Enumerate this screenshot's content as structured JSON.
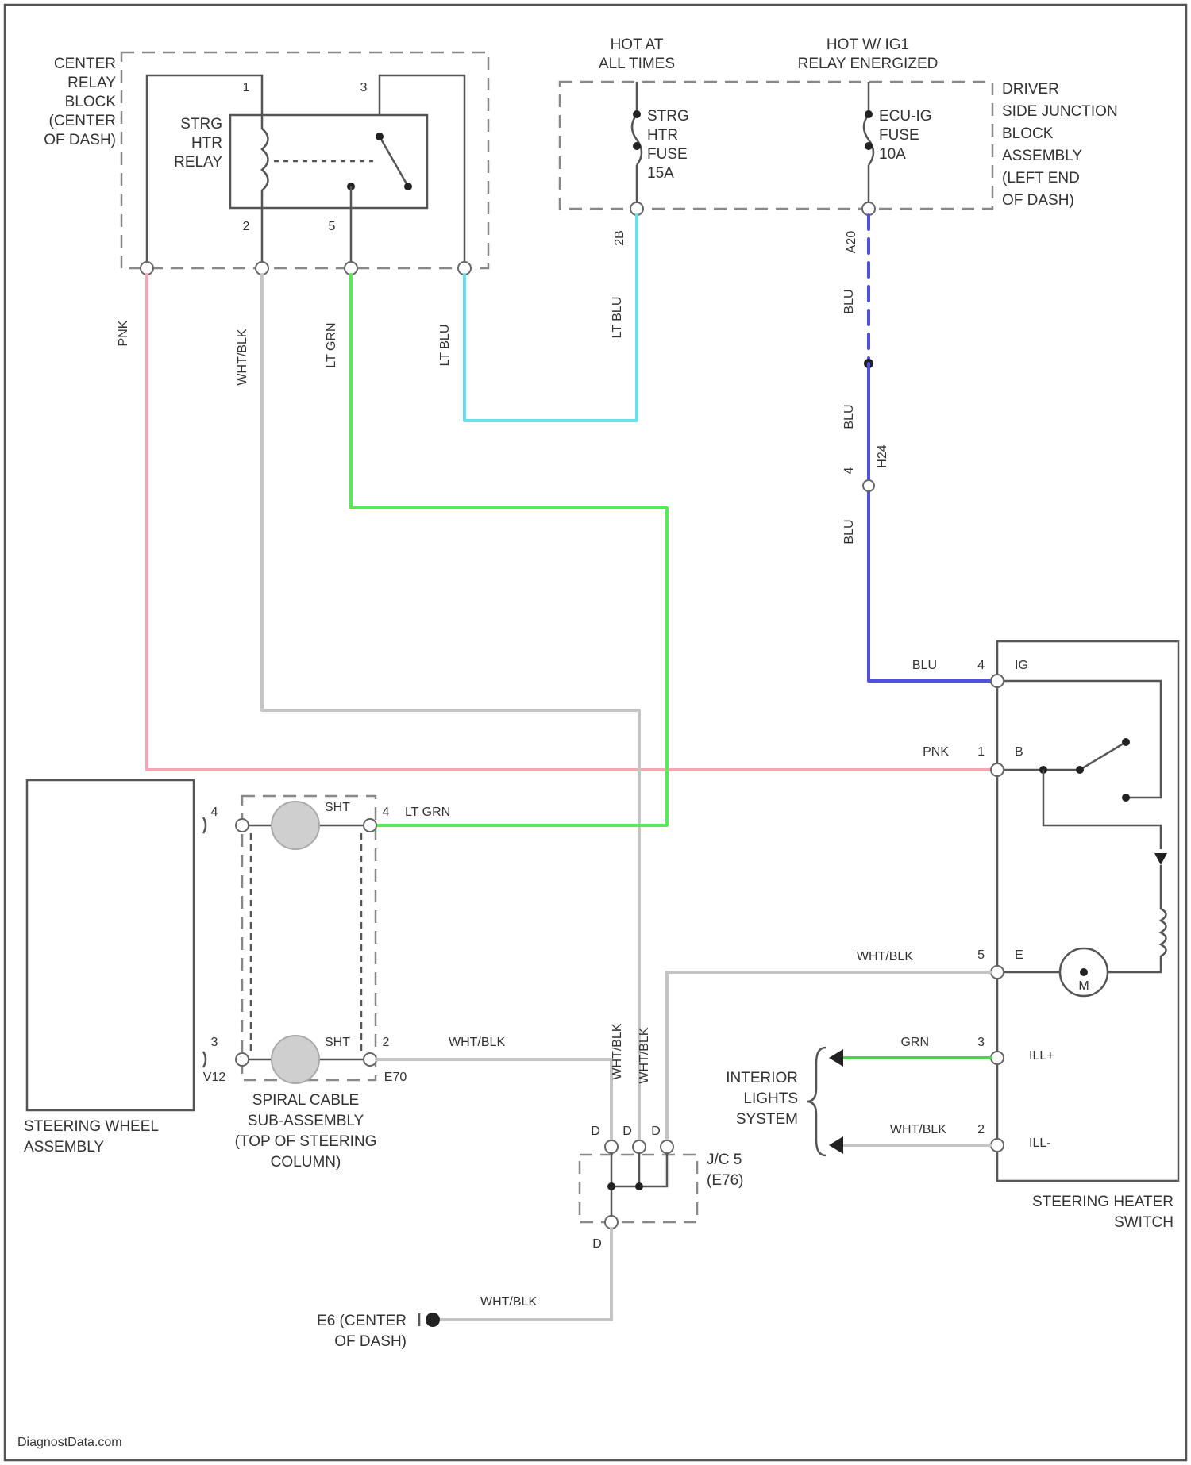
{
  "relay_block": {
    "name": [
      "CENTER",
      "RELAY",
      "BLOCK",
      "(CENTER",
      "OF DASH)"
    ],
    "relay_label": [
      "STRG",
      "HTR",
      "RELAY"
    ],
    "pins": {
      "p1": "1",
      "p2": "2",
      "p3": "3",
      "p5": "5"
    }
  },
  "power": {
    "hot_always": [
      "HOT AT",
      "ALL TIMES"
    ],
    "hot_ig1": [
      "HOT W/ IG1",
      "RELAY ENERGIZED"
    ]
  },
  "junction_block": {
    "name": [
      "DRIVER",
      "SIDE JUNCTION",
      "BLOCK",
      "ASSEMBLY",
      "(LEFT END",
      "OF DASH)"
    ],
    "fuse1": [
      "STRG",
      "HTR",
      "FUSE",
      "15A"
    ],
    "fuse2": [
      "ECU-IG",
      "FUSE",
      "10A"
    ],
    "pin_a": "2B",
    "pin_b": "A20"
  },
  "wires": {
    "pnk": "PNK",
    "wht_blk": "WHT/BLK",
    "lt_grn": "LT GRN",
    "lt_blu": "LT BLU",
    "blu": "BLU",
    "grn": "GRN"
  },
  "inline_connector": {
    "pin": "4",
    "id": "H24"
  },
  "heater_switch": {
    "name": [
      "STEERING HEATER",
      "SWITCH"
    ],
    "pin_ig": {
      "num": "4",
      "name": "IG"
    },
    "pin_b": {
      "num": "1",
      "name": "B"
    },
    "pin_e": {
      "num": "5",
      "name": "E"
    },
    "pin_illp": {
      "num": "3",
      "name": "ILL+"
    },
    "pin_illm": {
      "num": "2",
      "name": "ILL-"
    },
    "motor": "M"
  },
  "steering_wheel": {
    "name": [
      "STEERING WHEEL",
      "ASSEMBLY"
    ],
    "pin_top": "4",
    "pin_bottom": "3",
    "conn_id": "V12"
  },
  "spiral_cable": {
    "name": [
      "SPIRAL CABLE",
      "SUB-ASSEMBLY",
      "(TOP OF STEERING",
      "COLUMN)"
    ],
    "sht_top": "SHT",
    "sht_bottom": "SHT",
    "pin_top": "4",
    "pin_bottom": "2",
    "conn_id": "E70"
  },
  "junction_connector": {
    "name": [
      "J/C 5",
      "(E76)"
    ],
    "pins": [
      "D",
      "D",
      "D",
      "D"
    ]
  },
  "interior_lights": [
    "INTERIOR",
    "LIGHTS",
    "SYSTEM"
  ],
  "ground": [
    "E6 (CENTER",
    "OF DASH)"
  ],
  "watermark": "DiagnostData.com",
  "colors": {
    "pnk": "#f4a6b5",
    "wht_blk": "#c4c4c4",
    "lt_grn": "#5ce65c",
    "lt_blu": "#66e0e8",
    "blu": "#5050e0",
    "grn": "#55cc55"
  }
}
